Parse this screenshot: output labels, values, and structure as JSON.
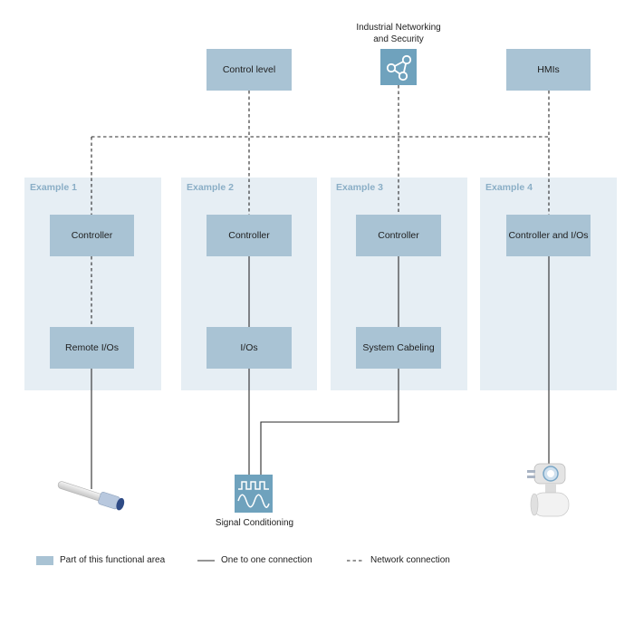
{
  "top": {
    "control_level": "Control level",
    "networking_title_line1": "Industrial Networking",
    "networking_title_line2": "and Security",
    "hmis": "HMIs"
  },
  "examples": [
    {
      "label": "Example 1",
      "top_box": "Controller",
      "bottom_box": "Remote I/Os"
    },
    {
      "label": "Example 2",
      "top_box": "Controller",
      "bottom_box": "I/Os"
    },
    {
      "label": "Example 3",
      "top_box": "Controller",
      "bottom_box": "System Cabeling"
    },
    {
      "label": "Example 4",
      "top_box": "Controller and I/Os"
    }
  ],
  "devices": {
    "signal_conditioning": "Signal Conditioning",
    "sensor": "sensor-probe-icon",
    "flowmeter": "flowmeter-icon"
  },
  "legend": {
    "functional_area": "Part of this functional area",
    "one_to_one": "One to one connection",
    "network": "Network connection"
  },
  "colors": {
    "panel": "#e6eef4",
    "box": "#a9c3d4",
    "panel_label": "#8aaec6",
    "line": "#2b2b2b"
  }
}
